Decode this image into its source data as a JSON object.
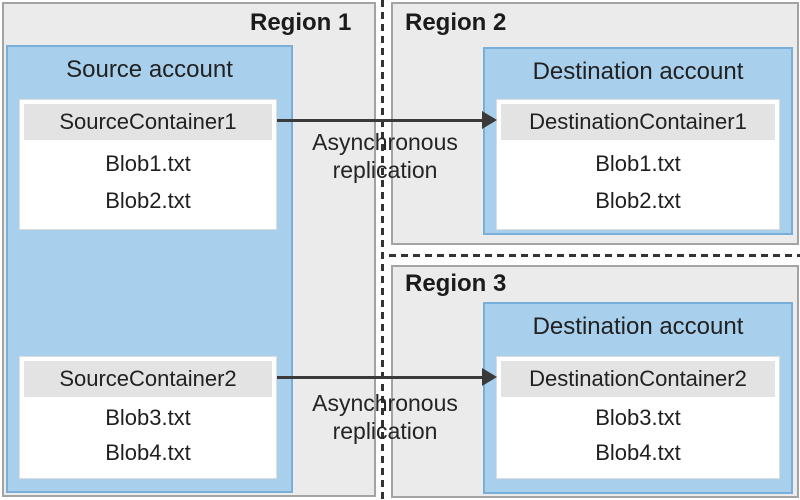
{
  "regions": [
    {
      "label": "Region 1",
      "account": {
        "title": "Source account",
        "containers": [
          {
            "name": "SourceContainer1",
            "blobs": [
              "Blob1.txt",
              "Blob2.txt"
            ]
          },
          {
            "name": "SourceContainer2",
            "blobs": [
              "Blob3.txt",
              "Blob4.txt"
            ]
          }
        ]
      }
    },
    {
      "label": "Region 2",
      "account": {
        "title": "Destination account",
        "containers": [
          {
            "name": "DestinationContainer1",
            "blobs": [
              "Blob1.txt",
              "Blob2.txt"
            ]
          }
        ]
      }
    },
    {
      "label": "Region 3",
      "account": {
        "title": "Destination account",
        "containers": [
          {
            "name": "DestinationContainer2",
            "blobs": [
              "Blob3.txt",
              "Blob4.txt"
            ]
          }
        ]
      }
    }
  ],
  "arrows": [
    {
      "label": [
        "Asynchronous",
        "replication"
      ]
    },
    {
      "label": [
        "Asynchronous",
        "replication"
      ]
    }
  ],
  "colors": {
    "region_fill": "#ebebeb",
    "region_border": "#a3a3a3",
    "account_fill": "#a8cfec",
    "account_border": "#79aed8",
    "header_fill": "#e3e3e3",
    "container_fill": "#ffffff",
    "text_color": "#1f1f1f",
    "line_color": "#333333"
  }
}
